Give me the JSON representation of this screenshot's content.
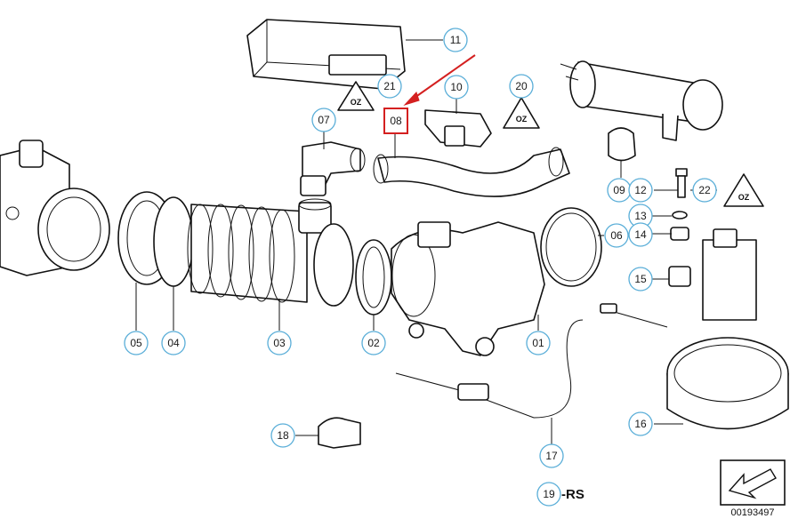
{
  "callouts": [
    {
      "label": "11"
    },
    {
      "label": "10"
    },
    {
      "label": "21"
    },
    {
      "label": "20"
    },
    {
      "label": "07"
    },
    {
      "label": "08"
    },
    {
      "label": "09"
    },
    {
      "label": "12"
    },
    {
      "label": "22"
    },
    {
      "label": "13"
    },
    {
      "label": "06"
    },
    {
      "label": "14"
    },
    {
      "label": "15"
    },
    {
      "label": "05"
    },
    {
      "label": "04"
    },
    {
      "label": "03"
    },
    {
      "label": "02"
    },
    {
      "label": "01"
    },
    {
      "label": "16"
    },
    {
      "label": "18"
    },
    {
      "label": "17"
    },
    {
      "label": "19"
    }
  ],
  "highlighted_callout": "08",
  "highlight_color": "#d42020",
  "callout_border_color": "#5aaed8",
  "suffix_19": "-RS",
  "warning_symbol_text": "OZ",
  "diagram_number": "00193497",
  "icons": [
    "warning-triangle-icon",
    "arrow-icon"
  ]
}
